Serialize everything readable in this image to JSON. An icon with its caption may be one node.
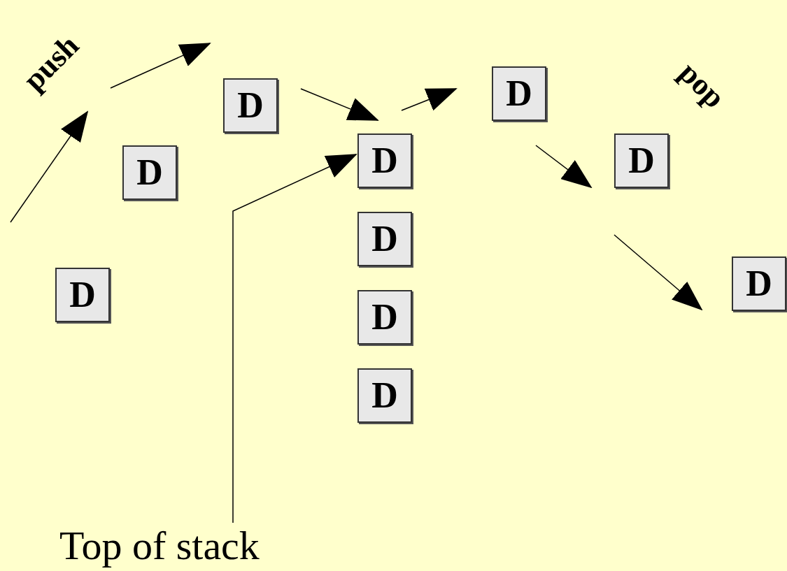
{
  "diagram": {
    "nodes": [
      {
        "text": [
          "D"
        ]
      },
      {
        "text": [
          "D"
        ]
      },
      {
        "text": [
          "D"
        ]
      },
      {
        "text": [
          "D"
        ]
      },
      {
        "text": [
          "D"
        ]
      },
      {
        "text": [
          "D"
        ]
      },
      {
        "text": [
          "D"
        ]
      },
      {
        "text": [
          "D"
        ]
      },
      {
        "text": [
          "D"
        ]
      },
      {
        "text": [
          "D"
        ]
      },
      {
        "text": [
          "Top of stack"
        ]
      }
    ],
    "edges": [
      {
        "from": 10,
        "to": 3,
        "arrow": "to"
      }
    ],
    "labels": [
      "push",
      "pop"
    ]
  }
}
